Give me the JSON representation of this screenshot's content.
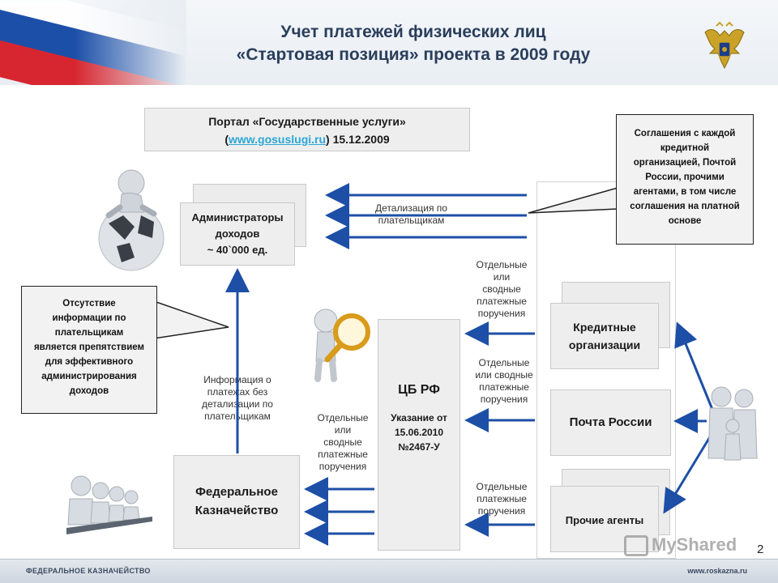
{
  "header": {
    "title_line1": "Учет платежей физических лиц",
    "title_line2": "«Стартовая позиция» проекта в 2009 году"
  },
  "portal": {
    "line1": "Портал «Государственные  услуги»",
    "open_paren": "(",
    "link": "www.gosuslugi.ru",
    "date": ") 15.12.2009"
  },
  "admins": {
    "line1": "Администраторы",
    "line2": "доходов",
    "line3": "~ 40`000 ед."
  },
  "cb": {
    "title": "ЦБ РФ",
    "line1": "Указание от",
    "line2": "15.06.2010",
    "line3": "№2467-У"
  },
  "treasury": {
    "line1": "Федеральное",
    "line2": "Казначейство"
  },
  "credit_orgs": {
    "line1": "Кредитные",
    "line2": "организации"
  },
  "post": {
    "label": "Почта России"
  },
  "agents": {
    "label": "Прочие агенты"
  },
  "info_box": {
    "line1": "Информация о",
    "line2": "платежах без",
    "line3": "детализации по",
    "line4": "плательщикам"
  },
  "labels": {
    "detail_1": "Детализация по",
    "detail_2": "плательщикам",
    "pay_a1": "Отдельные",
    "pay_a2": "или",
    "pay_a3": "сводные",
    "pay_a4": "платежные",
    "pay_a5": "поручения",
    "pay_b1": "Отдельные",
    "pay_b2": "или сводные",
    "pay_b3": "платежные",
    "pay_b4": "поручения",
    "pay_c1": "Отдельные",
    "pay_c2": "или",
    "pay_c3": "сводные",
    "pay_c4": "платежные",
    "pay_c5": "поручения",
    "pay_d1": "Отдельные",
    "pay_d2": "платежные",
    "pay_d3": "поручения"
  },
  "callout_left": {
    "l1": "Отсутствие",
    "l2": "информации по",
    "l3": "плательщикам",
    "l4": "является препятствием",
    "l5": "для эффективного",
    "l6": "администрирования",
    "l7": "доходов"
  },
  "callout_right": {
    "l1": "Соглашения с каждой",
    "l2": "кредитной",
    "l3": "организацией, Почтой",
    "l4": "России, прочими",
    "l5": "агентами, в том числе",
    "l6": "соглашения на платной",
    "l7": "основе"
  },
  "footer": {
    "left": "ФЕДЕРАЛЬНОЕ КАЗНАЧЕЙСТВО",
    "right": "www.roskazna.ru"
  },
  "page_number": "2",
  "watermark": "MyShared",
  "colors": {
    "arrow": "#1d4fa6",
    "title": "#2a3e5c",
    "link": "#2aa7d6"
  }
}
